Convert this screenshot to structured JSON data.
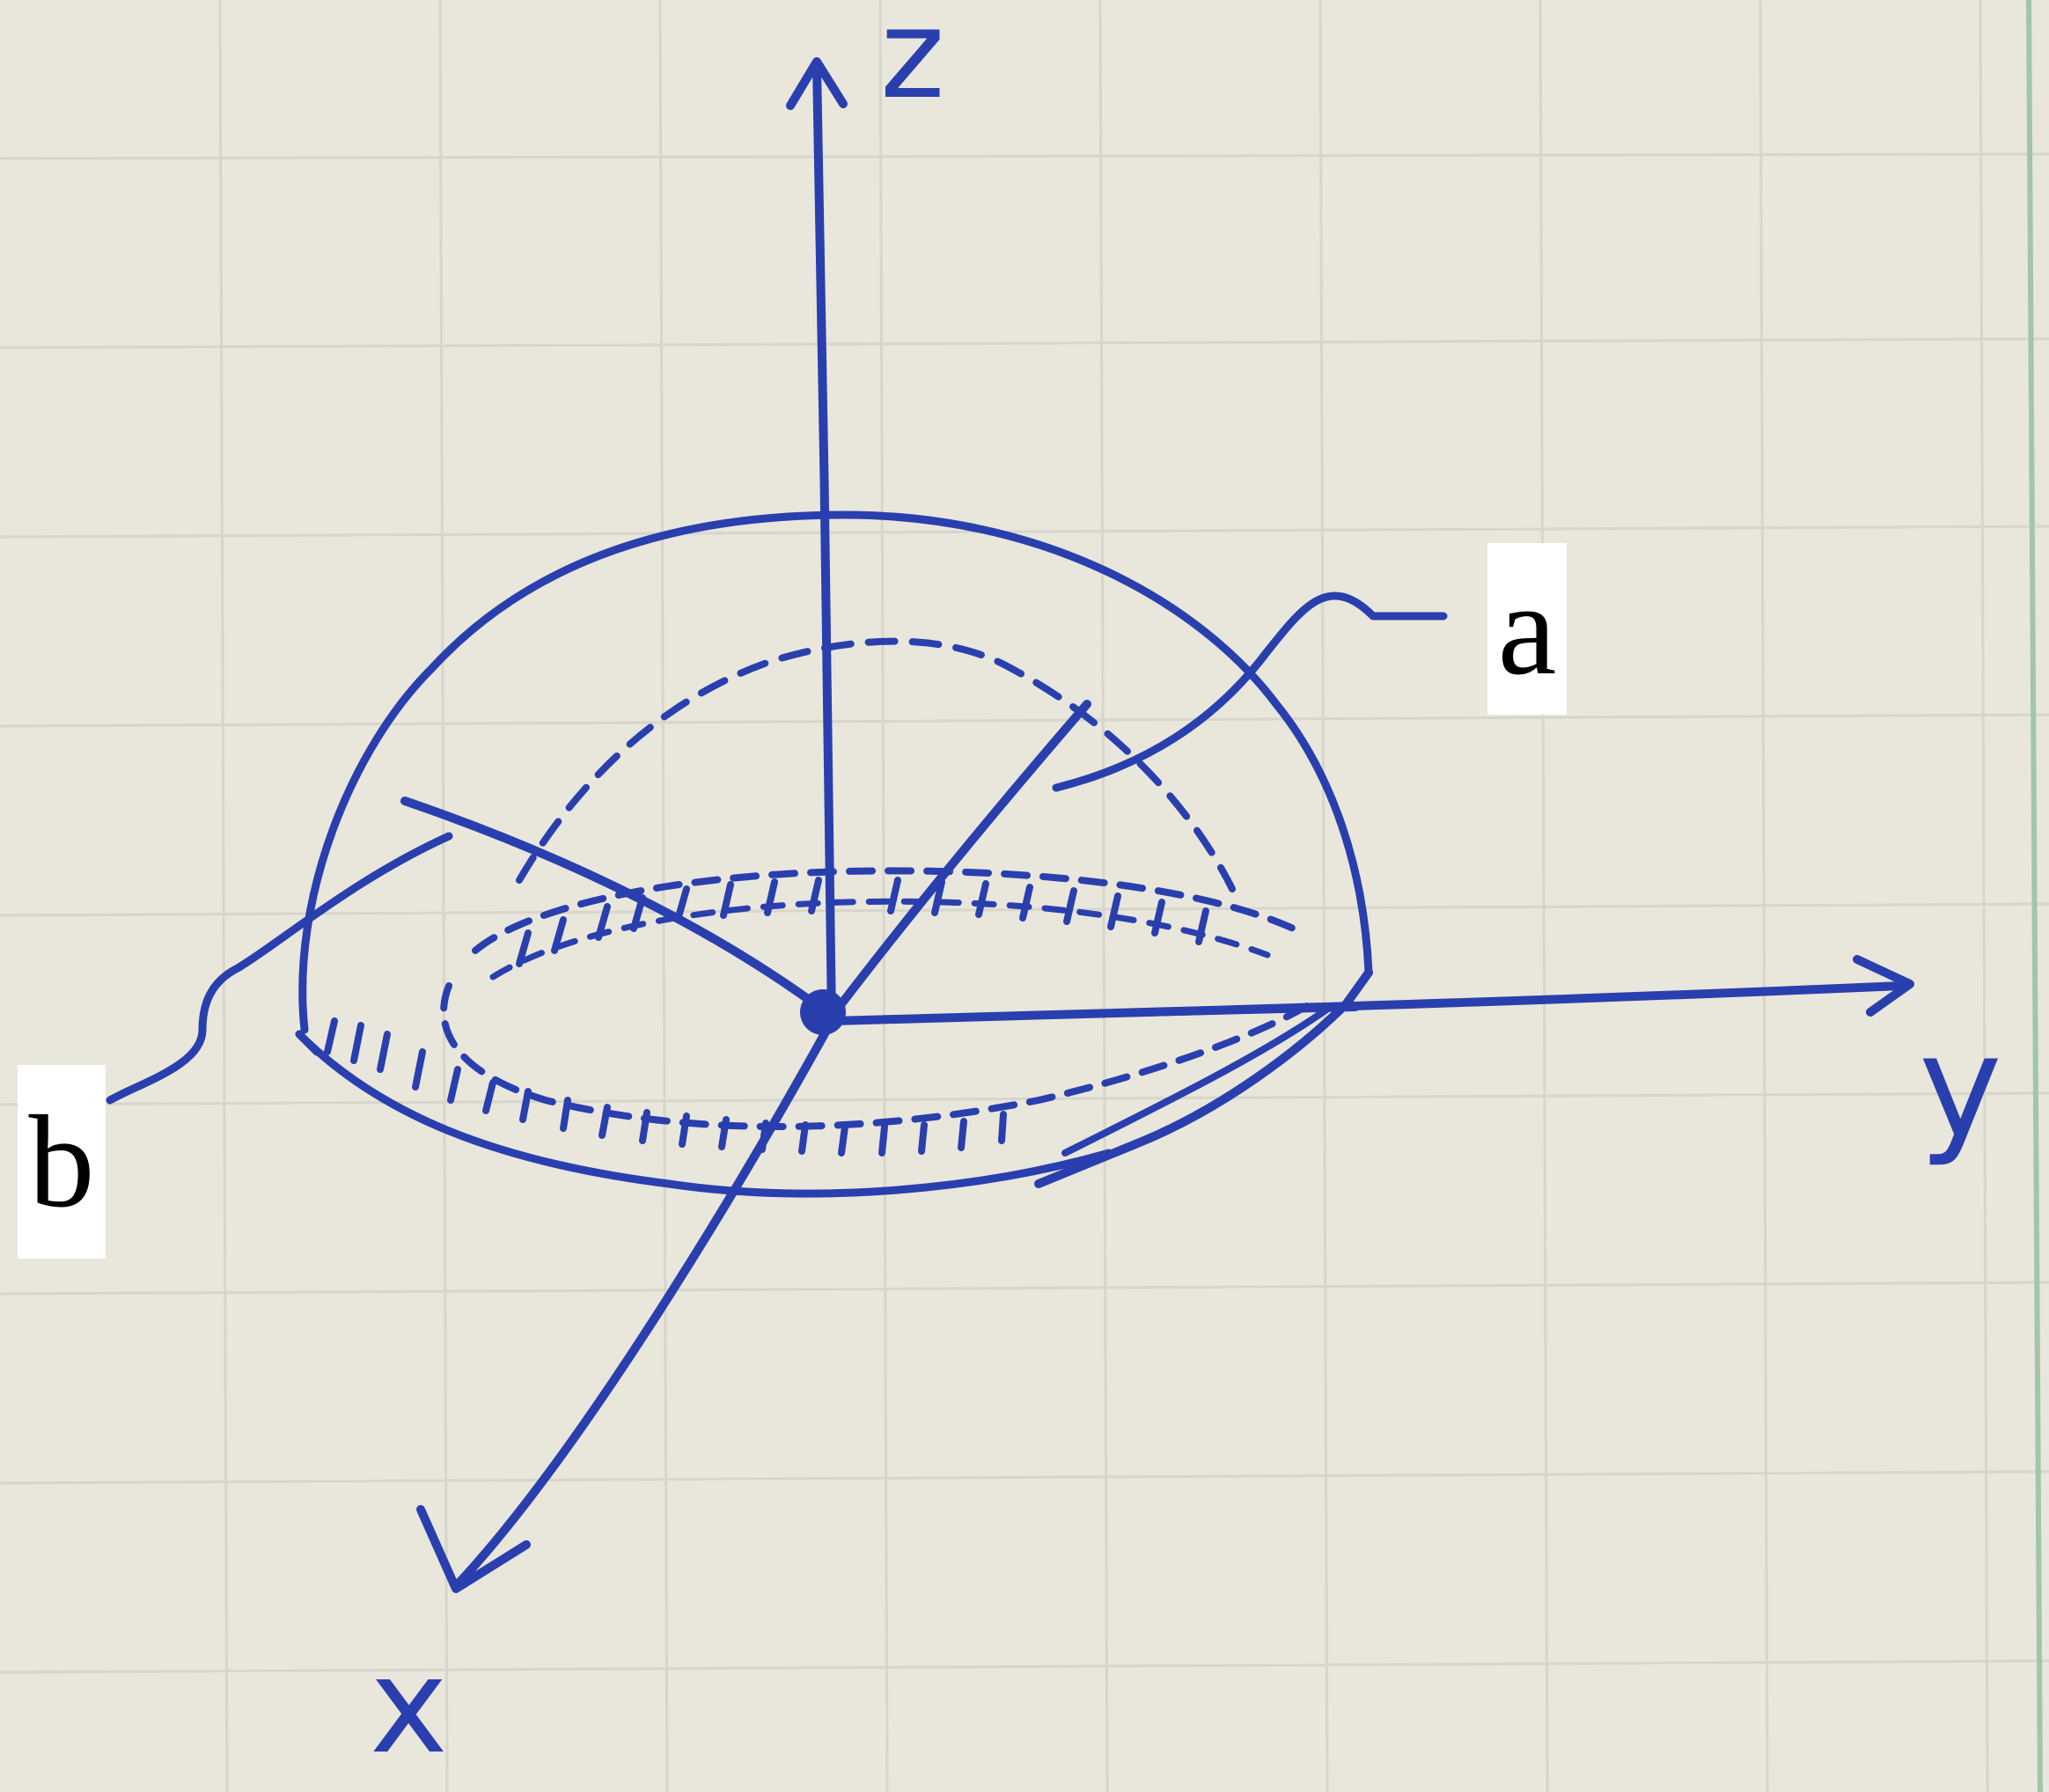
{
  "diagram": {
    "axes": {
      "z": "z",
      "y": "y",
      "x": "x"
    },
    "labels": {
      "a": "a",
      "b": "b"
    },
    "colors": {
      "paper": "#e9e6dc",
      "ink": "#2a3fae",
      "label_background": "#ffffff",
      "label_text": "#000000"
    }
  }
}
